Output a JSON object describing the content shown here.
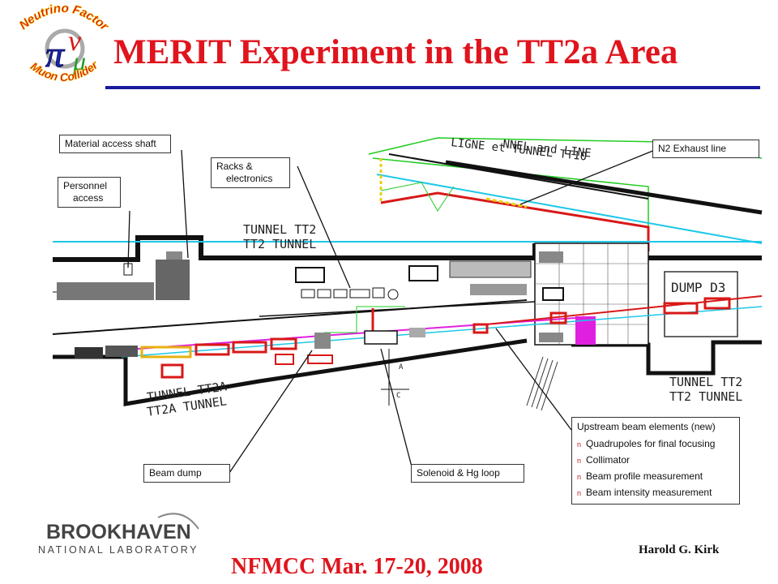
{
  "title": "MERIT Experiment in the TT2a Area",
  "logo": {
    "top_text": "Neutrino Factory",
    "bottom_text": "Muon Collider",
    "icon": "nufact-muon-collider-logo"
  },
  "drawing": {
    "tunnel_labels": [
      "TUNNEL TT2",
      "TT2 TUNNEL",
      "TUNNEL TT2A",
      "TT2A TUNNEL",
      "TUNNEL TT2",
      "TT2 TUNNEL"
    ],
    "top_labels": [
      "NNEL and LINE",
      "LIGNE et TUNNEL TT10"
    ],
    "dump_label": "DUMP D3",
    "section_marks": [
      "A",
      "C"
    ]
  },
  "callouts": {
    "material_shaft": "Material access shaft",
    "personnel_line1": "Personnel",
    "personnel_line2": "access",
    "racks_line1": "Racks &",
    "racks_line2": "electronics",
    "n2_exhaust": "N2 Exhaust line",
    "beam_dump": "Beam dump",
    "solenoid": "Solenoid  & Hg loop",
    "upstream_title": "Upstream beam elements (new)",
    "upstream_items": [
      "Quadrupoles for final focusing",
      "Collimator",
      "Beam profile measurement",
      "Beam intensity measurement"
    ]
  },
  "bullet_glyph": "n",
  "footer": {
    "lab_name": "BROOKHAVEN",
    "lab_sub": "NATIONAL LABORATORY",
    "author": "Harold G. Kirk",
    "date": "NFMCC Mar. 17-20, 2008"
  },
  "colors": {
    "title": "#e0141d",
    "rule": "#1a1aa0",
    "beam_cyan": "#1ec8e8",
    "beam_magenta": "#e020e0",
    "green": "#22cc22",
    "magnet_red": "#d81818",
    "yellow": "#e8d010"
  }
}
